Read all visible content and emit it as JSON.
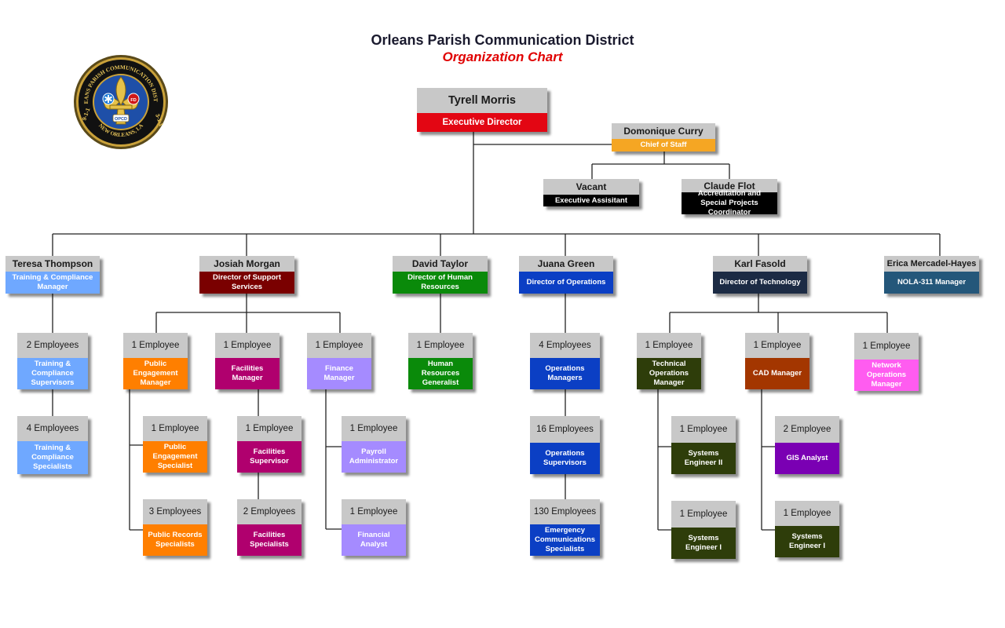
{
  "header": {
    "title": "Orleans Parish Communication District",
    "subtitle": "Organization Chart"
  },
  "logo": {
    "ring_top": "ORLEANS PARISH COMMUNICATION DISTRICT",
    "ring_bottom": "NEW ORLEANS, LA",
    "left_num": "9-1-1",
    "right_num": "3-1-1",
    "badge": "OPCD",
    "fd": "FD"
  },
  "nodes": {
    "exec": {
      "name": "Tyrell Morris",
      "title": "Executive Director",
      "color": "#e30613"
    },
    "cos": {
      "name": "Domonique  Curry",
      "title": "Chief of Staff",
      "color": "#f5a623"
    },
    "ea": {
      "name": "Vacant",
      "title": "Executive Assisitant",
      "color": "#000000"
    },
    "acc": {
      "name": "Claude Flot",
      "title": "Accreditation and Special Projects Coordinator",
      "color": "#000000"
    },
    "tt": {
      "name": "Teresa Thompson",
      "title": "Training & Compliance Manager",
      "color": "#6fa8ff"
    },
    "jm": {
      "name": "Josiah Morgan",
      "title": "Director of Support Services",
      "color": "#7a0000"
    },
    "dt": {
      "name": "David Taylor",
      "title": "Director of Human Resources",
      "color": "#0a8a0a"
    },
    "jg": {
      "name": "Juana Green",
      "title": "Director of Operations",
      "color": "#0b3fc4"
    },
    "kf": {
      "name": "Karl Fasold",
      "title": "Director of Technology",
      "color": "#1c2b44"
    },
    "em": {
      "name": "Erica Mercadel-Hayes",
      "title": "NOLA-311 Manager",
      "color": "#24577a"
    },
    "tcs": {
      "name": "2 Employees",
      "title": "Training & Compliance Supervisors",
      "color": "#6fa8ff"
    },
    "tcsp": {
      "name": "4 Employees",
      "title": "Training & Compliance Specialists",
      "color": "#6fa8ff"
    },
    "pem": {
      "name": "1 Employee",
      "title": "Public Engagement Manager",
      "color": "#ff7f00"
    },
    "pes": {
      "name": "1 Employee",
      "title": "Public Engagement Specialist",
      "color": "#ff7f00"
    },
    "prs": {
      "name": "3 Employees",
      "title": "Public Records Specialists",
      "color": "#ff7f00"
    },
    "fm": {
      "name": "1 Employee",
      "title": "Facilities Manager",
      "color": "#b0006e"
    },
    "fsup": {
      "name": "1 Employee",
      "title": "Facilities Supervisor",
      "color": "#b0006e"
    },
    "fspec": {
      "name": "2 Employees",
      "title": "Facilities Specialists",
      "color": "#b0006e"
    },
    "fin": {
      "name": "1 Employee",
      "title": "Finance Manager",
      "color": "#a58bff"
    },
    "pay": {
      "name": "1 Employee",
      "title": "Payroll Administrator",
      "color": "#a58bff"
    },
    "fa": {
      "name": "1 Employee",
      "title": "Financial Analyst",
      "color": "#a58bff"
    },
    "hrg": {
      "name": "1 Employee",
      "title": "Human Resources Generalist",
      "color": "#0a8a0a"
    },
    "opm": {
      "name": "4 Employees",
      "title": "Operations Managers",
      "color": "#0b3fc4"
    },
    "ops": {
      "name": "16 Employees",
      "title": "Operations Supervisors",
      "color": "#0b3fc4"
    },
    "ecs": {
      "name": "130 Employees",
      "title": "Emergency Communications Specialists",
      "color": "#0b3fc4"
    },
    "tom": {
      "name": "1 Employee",
      "title": "Technical Operations Manager",
      "color": "#2e3d0a"
    },
    "se2": {
      "name": "1 Employee",
      "title": "Systems Engineer II",
      "color": "#2e3d0a"
    },
    "se1a": {
      "name": "1 Employee",
      "title": "Systems Engineer I",
      "color": "#2e3d0a"
    },
    "cad": {
      "name": "1 Employee",
      "title": "CAD Manager",
      "color": "#a33600"
    },
    "gis": {
      "name": "2 Employee",
      "title": "GIS Analyst",
      "color": "#7a00b3"
    },
    "se1b": {
      "name": "1 Employee",
      "title": "Systems Engineer I",
      "color": "#2e3d0a"
    },
    "nom": {
      "name": "1 Employee",
      "title": "Network Operations Manager",
      "color": "#ff5cf0"
    }
  }
}
